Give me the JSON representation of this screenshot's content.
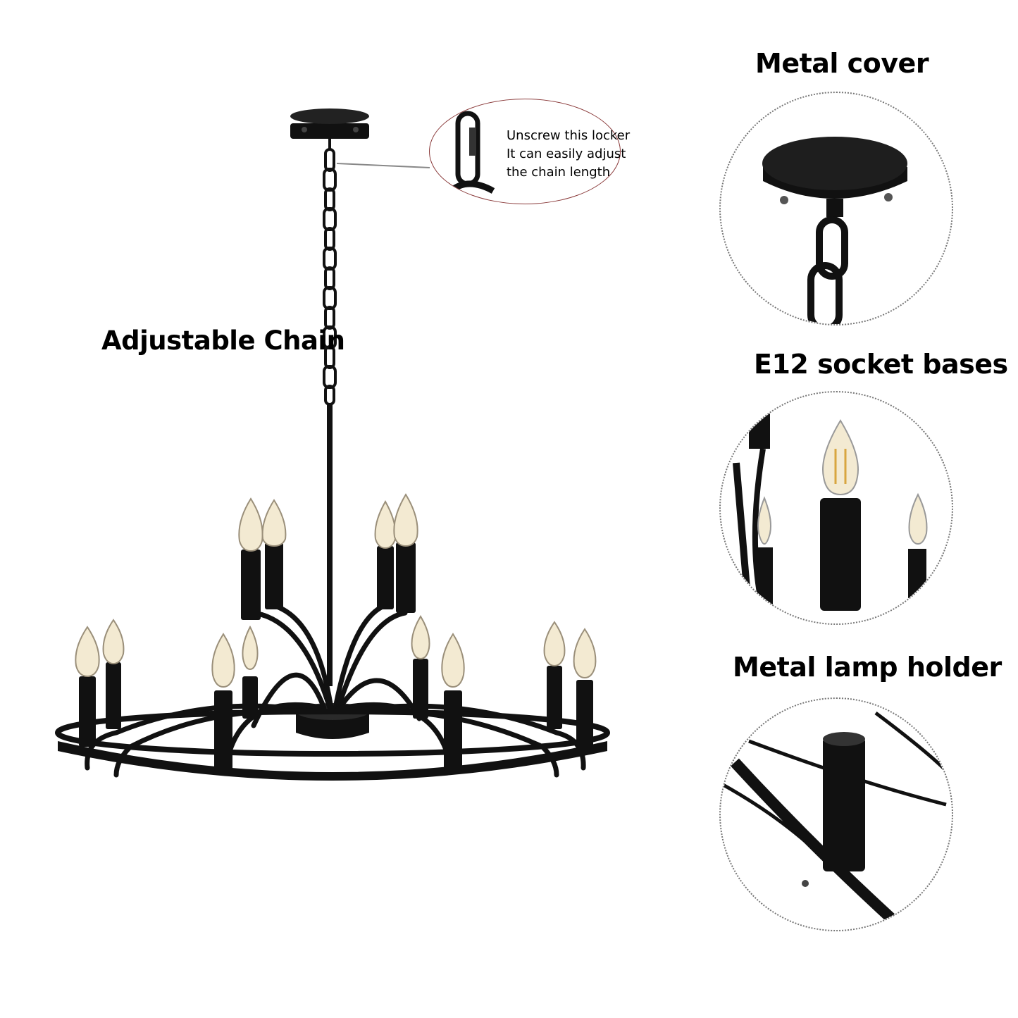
{
  "labels": {
    "adjustable_chain": "Adjustable Chain",
    "metal_cover": "Metal cover",
    "socket_bases": "E12 socket bases",
    "lamp_holder": "Metal lamp holder"
  },
  "callout": {
    "line1": "Unscrew this locker",
    "line2": "It can easily adjust",
    "line3": "the chain length"
  },
  "colors": {
    "metal": "#111111",
    "bulb": "#f3ead2",
    "filament": "#d8a640",
    "circle_border": "#777777"
  }
}
